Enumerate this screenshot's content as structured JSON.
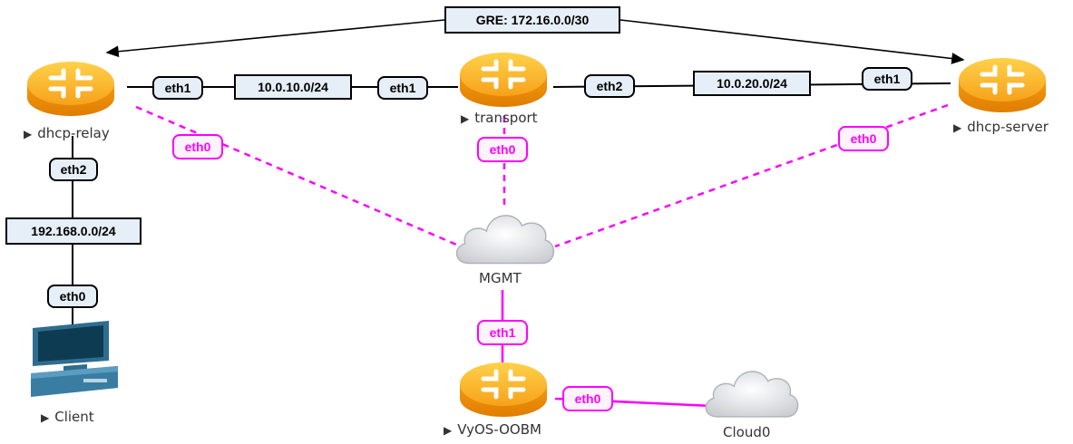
{
  "title_link": "GRE: 172.16.0.0/30",
  "nodes": {
    "dhcp_relay": "dhcp-relay",
    "transport": "transport",
    "dhcp_server": "dhcp-server",
    "client": "Client",
    "mgmt": "MGMT",
    "vyos_oobm": "VyOS-OOBM",
    "cloud0": "Cloud0"
  },
  "networks": {
    "net_relay_transport": "10.0.10.0/24",
    "net_transport_server": "10.0.20.0/24",
    "net_client": "192.168.0.0/24"
  },
  "interfaces": {
    "relay_eth1": "eth1",
    "transport_eth1": "eth1",
    "transport_eth2": "eth2",
    "server_eth1": "eth1",
    "relay_eth2": "eth2",
    "client_eth0": "eth0",
    "relay_eth0": "eth0",
    "transport_eth0": "eth0",
    "server_eth0": "eth0",
    "oobm_eth1": "eth1",
    "oobm_eth0": "eth0"
  },
  "colors": {
    "router_orange": "#f7a21b",
    "mgmt_magenta": "#ff00ff",
    "link_black": "#000000",
    "tag_fill": "#e6eef7",
    "pc_blue": "#2f6d8f"
  }
}
